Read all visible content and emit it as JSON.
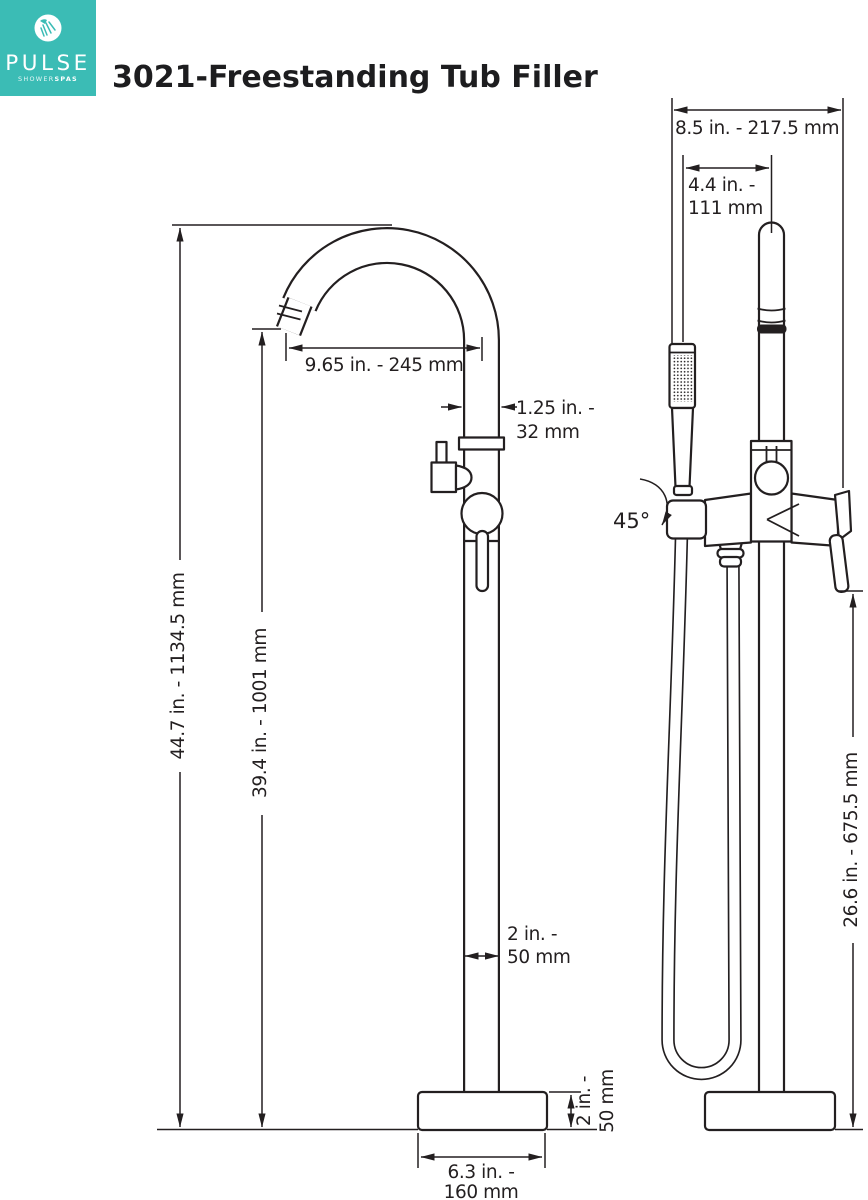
{
  "logo": {
    "brand": "PULSE",
    "sub1": "SHOWER",
    "sub2": "SPAS",
    "bg_color": "#3bbcb5"
  },
  "title": "3021-Freestanding Tub Filler",
  "colors": {
    "teal": "#3bbcb5",
    "line": "#231f20"
  },
  "left_view": {
    "spout_reach": "9.65 in. - 245 mm",
    "spout_od": {
      "l1": "1.25 in. -",
      "l2": "32 mm"
    },
    "overall_height": "44.7 in. - 1134.5 mm",
    "spout_height": "39.4 in. - 1001 mm",
    "column_width": {
      "l1": "2 in. -",
      "l2": "50 mm"
    },
    "base_height": {
      "l1": "2 in. -",
      "l2": "50 mm"
    },
    "base_width": {
      "l1": "6.3 in. -",
      "l2": "160 mm"
    }
  },
  "right_view": {
    "overall_width": "8.5 in. - 217.5 mm",
    "handshower_spacing": {
      "l1": "4.4 in. -",
      "l2": "111 mm"
    },
    "swivel": "45°",
    "handshower_height": "26.6 in. - 675.5 mm"
  }
}
